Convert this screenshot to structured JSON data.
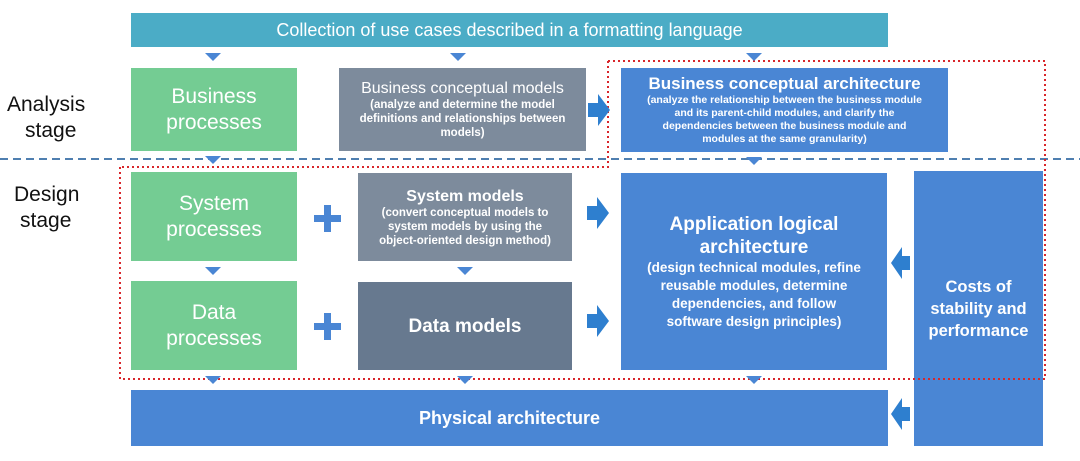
{
  "header": {
    "label": "Collection of use cases described in a formatting language"
  },
  "stages": {
    "analysis": [
      "Analysis",
      "stage"
    ],
    "design": [
      "Design",
      "stage"
    ]
  },
  "boxes": {
    "business_processes": [
      "Business",
      "processes"
    ],
    "business_conceptual_models": {
      "title": "Business conceptual models",
      "desc": [
        "(analyze and determine the model",
        "definitions and relationships between",
        "models)"
      ]
    },
    "business_conceptual_architecture": {
      "title": "Business conceptual architecture",
      "desc": [
        "(analyze the relationship between the business module",
        "and its parent-child modules, and clarify the",
        "dependencies between the business module and",
        "modules at the same granularity)"
      ]
    },
    "system_processes": [
      "System",
      "processes"
    ],
    "system_models": {
      "title": "System models",
      "desc": [
        "(convert conceptual models to",
        "system models by using the",
        "object-oriented design method)"
      ]
    },
    "application_logical_architecture": {
      "title": [
        "Application logical",
        "architecture"
      ],
      "desc": [
        "(design technical modules, refine",
        "reusable modules, determine",
        "dependencies, and follow",
        "software design principles)"
      ]
    },
    "costs": [
      "Costs of",
      "stability and",
      "performance"
    ],
    "data_processes": [
      "Data",
      "processes"
    ],
    "data_models": "Data models",
    "physical_architecture": "Physical architecture"
  },
  "colors": {
    "teal": "#4bacc6",
    "green": "#74cc93",
    "slate": "#7d8b9c",
    "slate_dark": "#67798f",
    "blue": "#4a86d4",
    "arrow": "#2e7fcf",
    "red_dotted": "#d9262b",
    "dashed_divider": "#4f7fb0"
  }
}
